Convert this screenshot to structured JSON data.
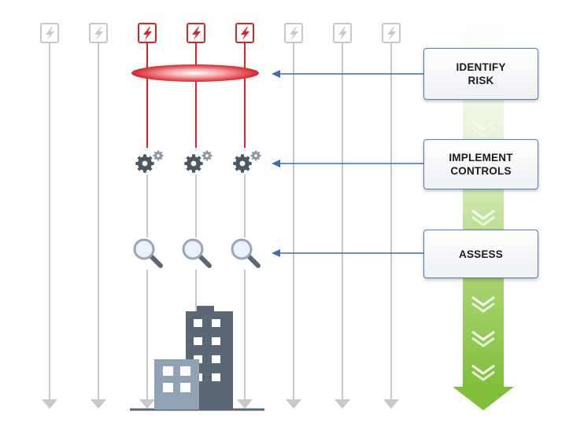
{
  "diagram": {
    "steps": [
      {
        "id": "identify",
        "label": "IDENTIFY\nRISK"
      },
      {
        "id": "implement",
        "label": "IMPLEMENT\nCONTROLS"
      },
      {
        "id": "assess",
        "label": "ASSESS"
      }
    ],
    "lanes": [
      {
        "at_risk": false
      },
      {
        "at_risk": false
      },
      {
        "at_risk": true
      },
      {
        "at_risk": true
      },
      {
        "at_risk": true
      },
      {
        "at_risk": false
      },
      {
        "at_risk": false
      },
      {
        "at_risk": false
      }
    ],
    "colors": {
      "risk_red": "#d8232a",
      "neutral_gray": "#c8c8c8",
      "connector_blue": "#3f6fa8",
      "progress_green": "#8cc540",
      "building_dark": "#5b6775",
      "building_light": "#8fa3b5"
    },
    "icons": [
      "lightning-icon",
      "gears-icon",
      "magnifier-icon",
      "building-icon",
      "chevron-down-icon"
    ]
  }
}
